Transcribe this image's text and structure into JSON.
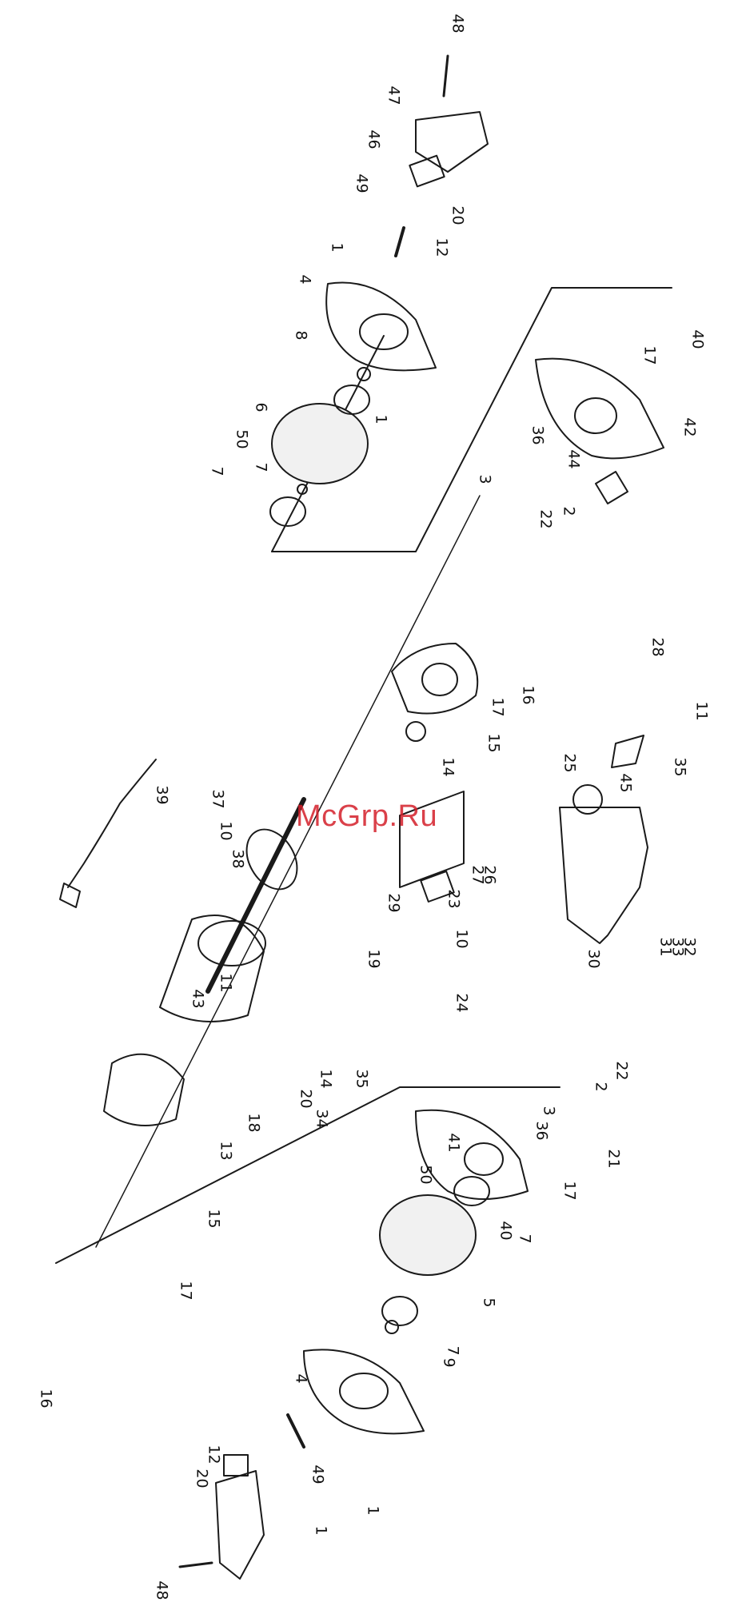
{
  "watermark": "McGrp.Ru",
  "colors": {
    "line": "#1a1a1a",
    "watermark": "#d41f2a",
    "wheel_dots": "#888888"
  },
  "parts": [
    {
      "id": "p48a",
      "label": "48"
    },
    {
      "id": "p47",
      "label": "47"
    },
    {
      "id": "p46",
      "label": "46"
    },
    {
      "id": "p49a",
      "label": "49"
    },
    {
      "id": "p20a",
      "label": "20"
    },
    {
      "id": "p12a",
      "label": "12"
    },
    {
      "id": "p1a",
      "label": "1"
    },
    {
      "id": "p4a",
      "label": "4"
    },
    {
      "id": "p8",
      "label": "8"
    },
    {
      "id": "p1b",
      "label": "1"
    },
    {
      "id": "p6",
      "label": "6"
    },
    {
      "id": "p50a",
      "label": "50"
    },
    {
      "id": "p7a",
      "label": "7"
    },
    {
      "id": "p7b",
      "label": "7"
    },
    {
      "id": "p40a",
      "label": "40"
    },
    {
      "id": "p17a",
      "label": "17"
    },
    {
      "id": "p36a",
      "label": "36"
    },
    {
      "id": "p42",
      "label": "42"
    },
    {
      "id": "p3a",
      "label": "3"
    },
    {
      "id": "p44",
      "label": "44"
    },
    {
      "id": "p22a",
      "label": "22"
    },
    {
      "id": "p2a",
      "label": "2"
    },
    {
      "id": "p28",
      "label": "28"
    },
    {
      "id": "p16a",
      "label": "16"
    },
    {
      "id": "p17b",
      "label": "17"
    },
    {
      "id": "p11a",
      "label": "11"
    },
    {
      "id": "p15a",
      "label": "15"
    },
    {
      "id": "p14a",
      "label": "14"
    },
    {
      "id": "p35a",
      "label": "35"
    },
    {
      "id": "p45",
      "label": "45"
    },
    {
      "id": "p25",
      "label": "25"
    },
    {
      "id": "p39",
      "label": "39"
    },
    {
      "id": "p37",
      "label": "37"
    },
    {
      "id": "p10a",
      "label": "10"
    },
    {
      "id": "p38",
      "label": "38"
    },
    {
      "id": "p27",
      "label": "27"
    },
    {
      "id": "p26",
      "label": "26"
    },
    {
      "id": "p23",
      "label": "23"
    },
    {
      "id": "p29",
      "label": "29"
    },
    {
      "id": "p10b",
      "label": "10"
    },
    {
      "id": "p30",
      "label": "30"
    },
    {
      "id": "p31",
      "label": "31"
    },
    {
      "id": "p33",
      "label": "33"
    },
    {
      "id": "p32",
      "label": "32"
    },
    {
      "id": "p19",
      "label": "19"
    },
    {
      "id": "p24",
      "label": "24"
    },
    {
      "id": "p43",
      "label": "43"
    },
    {
      "id": "p11b",
      "label": "11"
    },
    {
      "id": "p14b",
      "label": "14"
    },
    {
      "id": "p35b",
      "label": "35"
    },
    {
      "id": "p20b",
      "label": "20"
    },
    {
      "id": "p34",
      "label": "34"
    },
    {
      "id": "p18",
      "label": "18"
    },
    {
      "id": "p13",
      "label": "13"
    },
    {
      "id": "p3b",
      "label": "3"
    },
    {
      "id": "p22b",
      "label": "22"
    },
    {
      "id": "p2b",
      "label": "2"
    },
    {
      "id": "p36b",
      "label": "36"
    },
    {
      "id": "p21",
      "label": "21"
    },
    {
      "id": "p41",
      "label": "41"
    },
    {
      "id": "p17c",
      "label": "17"
    },
    {
      "id": "p40b",
      "label": "40"
    },
    {
      "id": "p7c",
      "label": "7"
    },
    {
      "id": "p50b",
      "label": "50"
    },
    {
      "id": "p5",
      "label": "5"
    },
    {
      "id": "p15b",
      "label": "15"
    },
    {
      "id": "p17d",
      "label": "17"
    },
    {
      "id": "p7d",
      "label": "7"
    },
    {
      "id": "p9",
      "label": "9"
    },
    {
      "id": "p4b",
      "label": "4"
    },
    {
      "id": "p16b",
      "label": "16"
    },
    {
      "id": "p12b",
      "label": "12"
    },
    {
      "id": "p20c",
      "label": "20"
    },
    {
      "id": "p49b",
      "label": "49"
    },
    {
      "id": "p1c",
      "label": "1"
    },
    {
      "id": "p1d",
      "label": "1"
    },
    {
      "id": "p48b",
      "label": "48"
    }
  ]
}
